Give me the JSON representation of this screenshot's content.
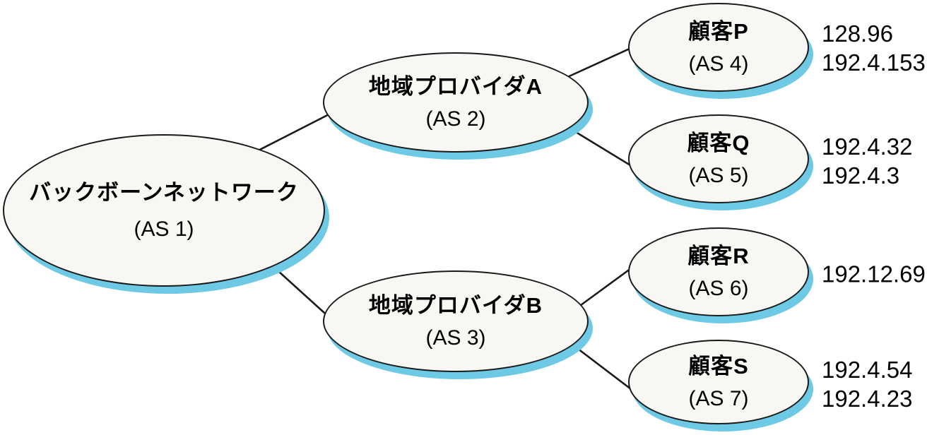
{
  "diagram": {
    "type": "network-as-topology",
    "colors": {
      "background": "#ffffff",
      "node_fill": "#f8f7f3",
      "node_stroke": "#1a1a1a",
      "node_shadow": "#6ec9e4",
      "edge_line": "#1a1a1a",
      "text": "#000000"
    },
    "nodes": {
      "backbone": {
        "name": "バックボーンネットワーク",
        "as": "(AS 1)"
      },
      "provider_a": {
        "name": "地域プロバイダA",
        "as": "(AS 2)"
      },
      "provider_b": {
        "name": "地域プロバイダB",
        "as": "(AS 3)"
      },
      "customer_p": {
        "name": "顧客P",
        "as": "(AS 4)"
      },
      "customer_q": {
        "name": "顧客Q",
        "as": "(AS 5)"
      },
      "customer_r": {
        "name": "顧客R",
        "as": "(AS 6)"
      },
      "customer_s": {
        "name": "顧客S",
        "as": "(AS 7)"
      }
    },
    "edges": [
      {
        "from": "backbone",
        "to": "provider_a"
      },
      {
        "from": "backbone",
        "to": "provider_b"
      },
      {
        "from": "provider_a",
        "to": "customer_p"
      },
      {
        "from": "provider_a",
        "to": "customer_q"
      },
      {
        "from": "provider_b",
        "to": "customer_r"
      },
      {
        "from": "provider_b",
        "to": "customer_s"
      }
    ],
    "ip_labels": {
      "customer_p": [
        "128.96",
        "192.4.153"
      ],
      "customer_q": [
        "192.4.32",
        "192.4.3"
      ],
      "customer_r": [
        "192.12.69"
      ],
      "customer_s": [
        "192.4.54",
        "192.4.23"
      ]
    }
  }
}
